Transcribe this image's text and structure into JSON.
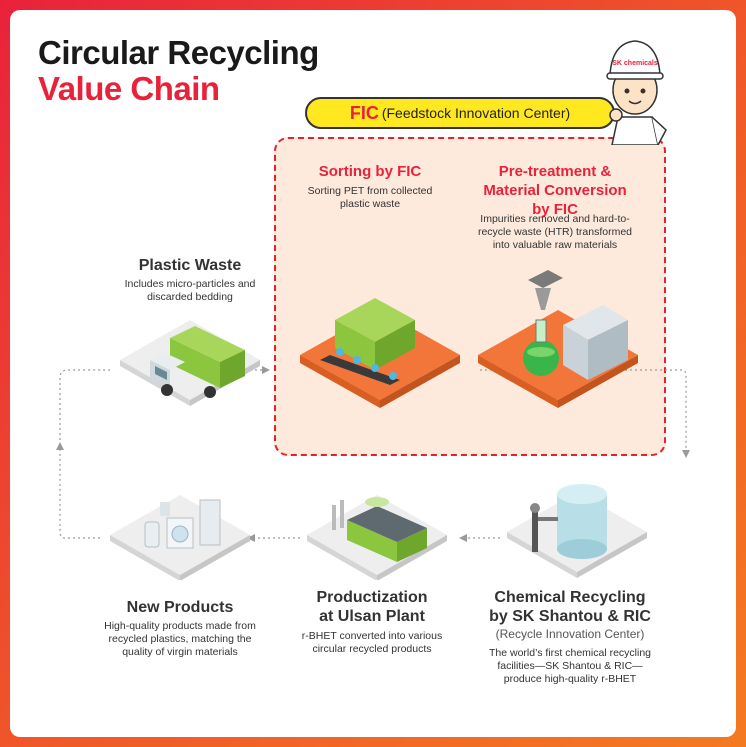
{
  "title": {
    "line1": "Circular Recycling",
    "line2": "Value Chain"
  },
  "fic_banner": {
    "code": "FIC",
    "full_name": "(Feedstock Innovation Center)"
  },
  "mascot_badge": "SK chemicals",
  "steps": {
    "plastic_waste": {
      "title": "Plastic Waste",
      "desc": [
        "Includes micro-particles and",
        "discarded bedding"
      ]
    },
    "sorting": {
      "title_a": "Sorting",
      "title_b": " by FIC",
      "desc": [
        "Sorting PET from collected",
        "plastic waste"
      ]
    },
    "pretreatment": {
      "title": [
        "Pre-treatment &",
        "Material Conversion",
        "by FIC"
      ],
      "desc": [
        "Impurities removed and hard-to-",
        "recycle waste (HTR) transformed",
        "into valuable raw materials"
      ]
    },
    "chemical_recycling": {
      "title": [
        "Chemical Recycling",
        "by SK Shantou & RIC"
      ],
      "subtitle": "(Recycle Innovation Center)",
      "desc": [
        "The world’s first chemical recycling",
        "facilities—SK Shantou & RIC—",
        "produce high-quality r-BHET"
      ]
    },
    "productization": {
      "title": [
        "Productization",
        "at Ulsan Plant"
      ],
      "desc": [
        "r-BHET converted into various",
        "circular recycled products"
      ]
    },
    "new_products": {
      "title": "New Products",
      "desc": [
        "High-quality products made from",
        "recycled plastics, matching the",
        "quality of virgin materials"
      ]
    }
  },
  "colors": {
    "red": "#e9223b",
    "orange": "#f47a21",
    "yellow": "#ffe81f",
    "zone_fill": "#fdeadc",
    "tile_orange": "#f2763a",
    "tile_gray": "#eeeeee"
  }
}
